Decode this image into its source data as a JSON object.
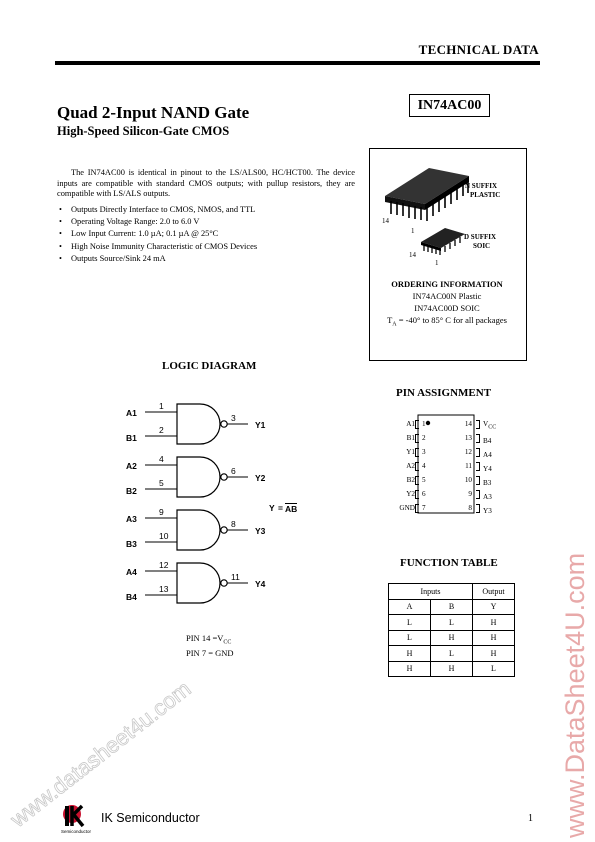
{
  "header": {
    "label": "TECHNICAL DATA"
  },
  "title": "Quad 2-Input NAND Gate",
  "subtitle": "High-Speed Silicon-Gate CMOS",
  "part_number": "IN74AC00",
  "description": "The IN74AC00 is identical in pinout to the LS/ALS00, HC/HCT00. The device inputs are compatible with standard CMOS outputs; with pullup resistors, they are compatible with LS/ALS outputs.",
  "features": [
    "Outputs Directly Interface to CMOS, NMOS, and TTL",
    "Operating Voltage Range: 2.0 to 6.0 V",
    "Low Input Current: 1.0 µA; 0.1 µA @ 25°C",
    "High Noise Immunity Characteristic of CMOS Devices",
    "Outputs Source/Sink 24 mA"
  ],
  "packages": {
    "n_suffix": "N SUFFIX",
    "n_type": "PLASTIC",
    "d_suffix": "D SUFFIX",
    "d_type": "SOIC",
    "pin14": "14",
    "pin1": "1"
  },
  "ordering": {
    "heading": "ORDERING INFORMATION",
    "lines": [
      "IN74AC00N Plastic",
      "IN74AC00D SOIC"
    ],
    "temp_prefix": "T",
    "temp_sub": "A",
    "temp_text": " = -40° to 85° C for all packages"
  },
  "logic_diagram": {
    "heading": "LOGIC DIAGRAM",
    "gates": [
      {
        "in_a": "A1",
        "pin_a": "1",
        "in_b": "B1",
        "pin_b": "2",
        "pin_out": "3",
        "out": "Y1"
      },
      {
        "in_a": "A2",
        "pin_a": "4",
        "in_b": "B2",
        "pin_b": "5",
        "pin_out": "6",
        "out": "Y2"
      },
      {
        "in_a": "A3",
        "pin_a": "9",
        "in_b": "B3",
        "pin_b": "10",
        "pin_out": "8",
        "out": "Y3"
      },
      {
        "in_a": "A4",
        "pin_a": "12",
        "in_b": "B4",
        "pin_b": "13",
        "pin_out": "11",
        "out": "Y4"
      }
    ],
    "equation_left": "Y",
    "equation_eq": "=",
    "equation_right": "AB",
    "pin_note_1": "PIN 14 =V",
    "pin_note_1_sub": "CC",
    "pin_note_2": "PIN 7 = GND"
  },
  "pin_assignment": {
    "heading": "PIN ASSIGNMENT",
    "left": [
      {
        "name": "A1",
        "num": "1"
      },
      {
        "name": "B1",
        "num": "2"
      },
      {
        "name": "Y1",
        "num": "3"
      },
      {
        "name": "A2",
        "num": "4"
      },
      {
        "name": "B2",
        "num": "5"
      },
      {
        "name": "Y2",
        "num": "6"
      },
      {
        "name": "GND",
        "num": "7"
      }
    ],
    "right": [
      {
        "num": "14",
        "name": "V",
        "sub": "CC"
      },
      {
        "num": "13",
        "name": "B4"
      },
      {
        "num": "12",
        "name": "A4"
      },
      {
        "num": "11",
        "name": "Y4"
      },
      {
        "num": "10",
        "name": "B3"
      },
      {
        "num": "9",
        "name": "A3"
      },
      {
        "num": "8",
        "name": "Y3"
      }
    ]
  },
  "function_table": {
    "heading": "FUNCTION TABLE",
    "group_inputs": "Inputs",
    "group_output": "Output",
    "columns": [
      "A",
      "B",
      "Y"
    ],
    "rows": [
      [
        "L",
        "L",
        "H"
      ],
      [
        "L",
        "H",
        "H"
      ],
      [
        "H",
        "L",
        "H"
      ],
      [
        "H",
        "H",
        "L"
      ]
    ]
  },
  "footer": {
    "logo_text": "IK Semiconductor",
    "logo_small": "Semiconductor",
    "page_number": "1"
  },
  "watermarks": {
    "vertical": "www.DataSheet4U.com",
    "diagonal": "www.datasheet4u.com",
    "vertical_color": "#e8a9a9",
    "diagonal_color": "#c8c8c8"
  }
}
